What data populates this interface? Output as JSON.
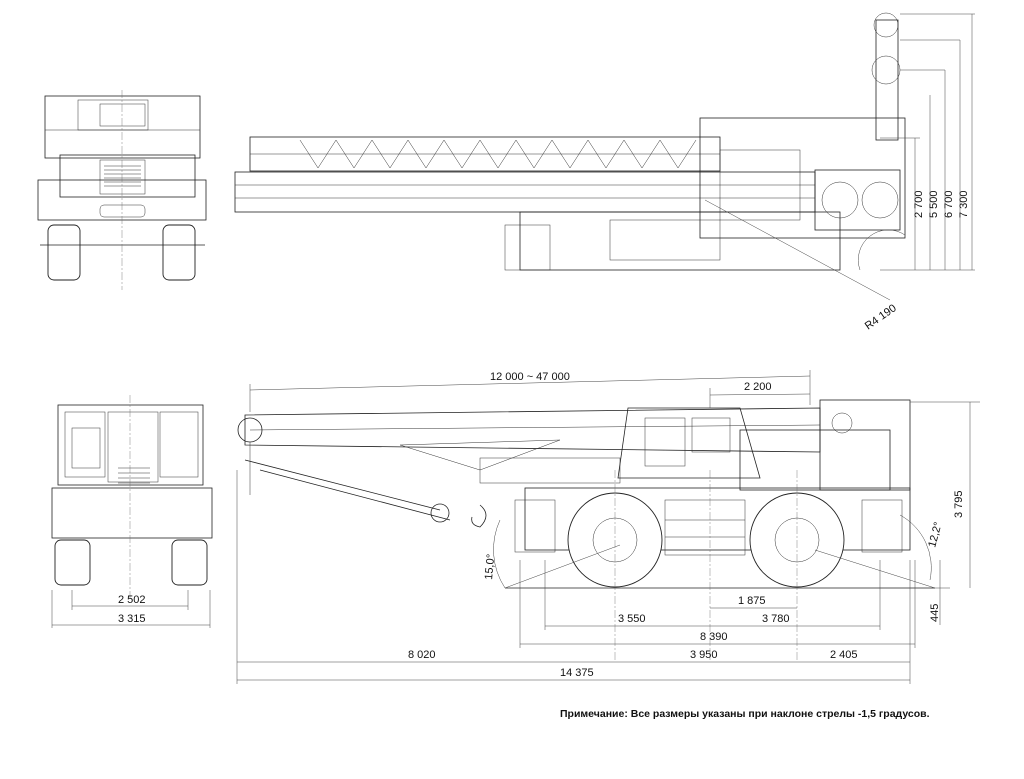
{
  "dimensions": {
    "d_2700": "2 700",
    "d_5500": "5 500",
    "d_6700": "6 700",
    "d_7300": "7 300",
    "radius": "R4 190",
    "boom_length": "12 000 ~ 47 000",
    "d_2200": "2 200",
    "d_3795": "3 795",
    "angle_12": "12,2°",
    "angle_15": "15,0°",
    "d_445": "445",
    "d_1875": "1 875",
    "d_3550": "3 550",
    "d_3780": "3 780",
    "d_8390": "8 390",
    "d_8020": "8 020",
    "d_3950": "3 950",
    "d_2405": "2 405",
    "d_14375": "14 375",
    "d_2502": "2 502",
    "d_3315": "3 315"
  },
  "note": "Примечание: Все размеры указаны при наклоне стрелы -1,5 градусов."
}
